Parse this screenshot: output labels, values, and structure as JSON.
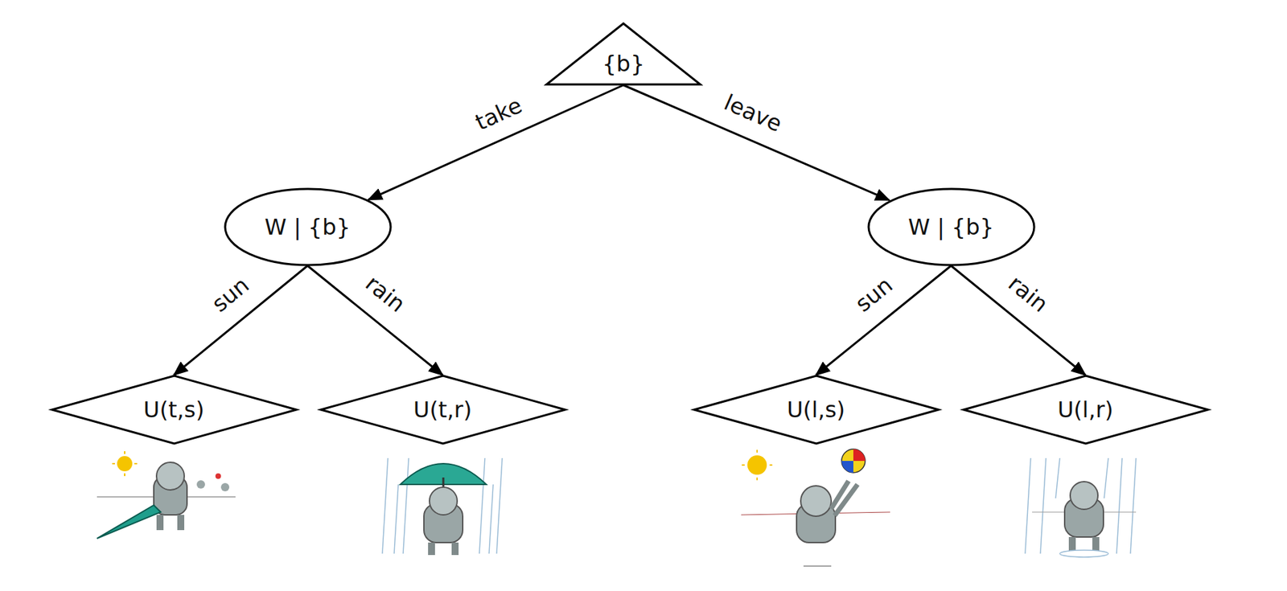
{
  "diagram": {
    "nodes": [
      {
        "text": [
          "{b}"
        ]
      },
      {
        "text": [
          "W | {b}"
        ]
      },
      {
        "text": [
          "W | {b}"
        ]
      },
      {
        "text": [
          "U(t,s)"
        ]
      },
      {
        "text": [
          "U(t,r)"
        ]
      },
      {
        "text": [
          "U(l,s)"
        ]
      },
      {
        "text": [
          "U(l,r)"
        ]
      }
    ],
    "edges": [
      {
        "from": 0,
        "to": 1,
        "arrow": "to",
        "label": "take"
      },
      {
        "from": 0,
        "to": 2,
        "arrow": "to",
        "label": "leave"
      },
      {
        "from": 1,
        "to": 3,
        "arrow": "to",
        "label": "sun"
      },
      {
        "from": 1,
        "to": 4,
        "arrow": "to",
        "label": "rain"
      },
      {
        "from": 2,
        "to": 5,
        "arrow": "to",
        "label": "sun"
      },
      {
        "from": 2,
        "to": 6,
        "arrow": "to",
        "label": "rain"
      }
    ]
  }
}
